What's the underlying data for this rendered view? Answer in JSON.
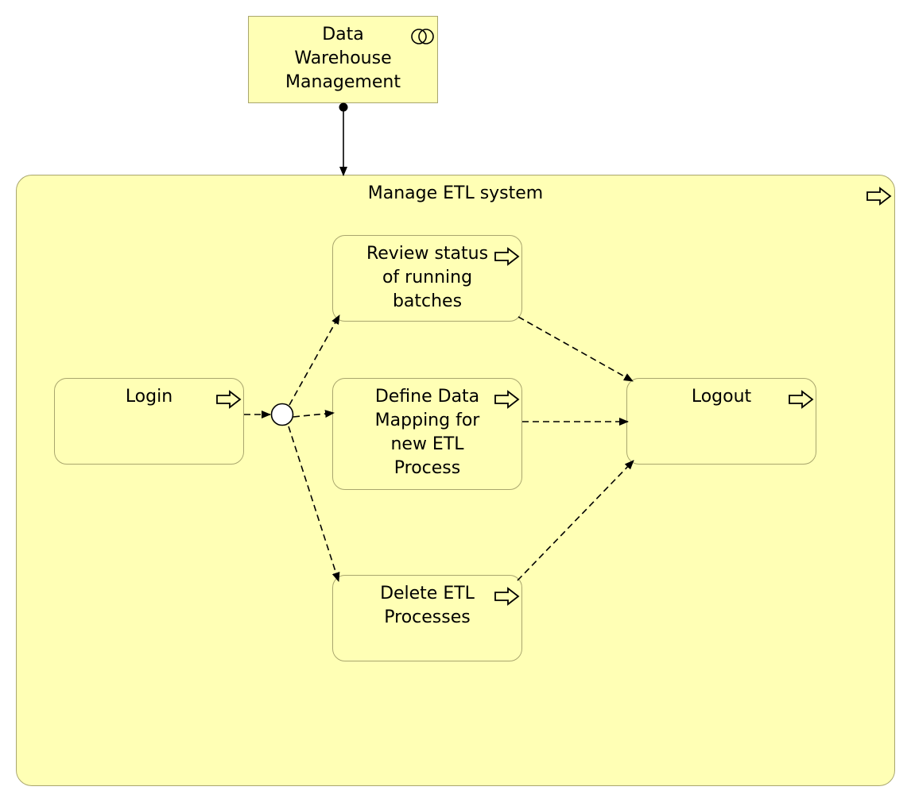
{
  "diagram": {
    "service": {
      "label": "Data\nWarehouse\nManagement",
      "icon": "interaction-icon"
    },
    "process": {
      "label": "Manage ETL system",
      "icon": "process-arrow-icon"
    },
    "steps": {
      "login": {
        "label": "Login",
        "icon": "process-arrow-icon"
      },
      "review": {
        "label": "Review status\nof running\nbatches",
        "icon": "process-arrow-icon"
      },
      "define": {
        "label": "Define Data\nMapping for\nnew ETL\nProcess",
        "icon": "process-arrow-icon"
      },
      "delete": {
        "label": "Delete ETL\nProcesses",
        "icon": "process-arrow-icon"
      },
      "logout": {
        "label": "Logout",
        "icon": "process-arrow-icon"
      }
    },
    "junction": {
      "type": "or-junction"
    },
    "relations": [
      {
        "from": "Data Warehouse Management",
        "to": "Manage ETL system",
        "type": "serving"
      },
      {
        "from": "Login",
        "to": "junction",
        "type": "triggering"
      },
      {
        "from": "junction",
        "to": "Review status of running batches",
        "type": "triggering"
      },
      {
        "from": "junction",
        "to": "Define Data Mapping for new ETL Process",
        "type": "triggering"
      },
      {
        "from": "junction",
        "to": "Delete ETL Processes",
        "type": "triggering"
      },
      {
        "from": "Review status of running batches",
        "to": "Logout",
        "type": "triggering"
      },
      {
        "from": "Define Data Mapping for new ETL Process",
        "to": "Logout",
        "type": "triggering"
      },
      {
        "from": "Delete ETL Processes",
        "to": "Logout",
        "type": "triggering"
      }
    ],
    "colors": {
      "fill": "#ffffb5",
      "border": "#a9a66e",
      "line": "#000000"
    }
  }
}
